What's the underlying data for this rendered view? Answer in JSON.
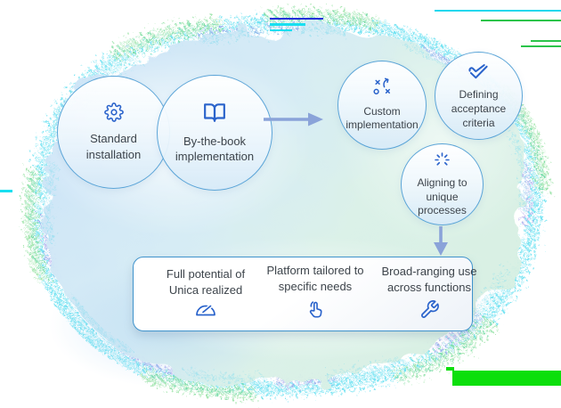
{
  "flow": {
    "initial_nodes": [
      {
        "label": "Standard installation",
        "icon": "gear-icon"
      },
      {
        "label": "By-the-book implementation",
        "icon": "open-book-icon"
      }
    ],
    "adaptation_nodes": [
      {
        "label": "Custom implementation",
        "icon": "strategy-icon"
      },
      {
        "label": "Defining acceptance criteria",
        "icon": "double-check-icon"
      },
      {
        "label": "Aligning to unique processes",
        "icon": "spinner-burst-icon"
      }
    ],
    "outcome_items": [
      {
        "label": "Full potential of Unica realized",
        "icon": "gauge-icon"
      },
      {
        "label": "Platform tailored to specific needs",
        "icon": "tap-finger-icon"
      },
      {
        "label": "Broad-ranging use across functions",
        "icon": "wrench-icon"
      }
    ],
    "connectors": [
      {
        "from": "initial-circles",
        "to": "adaptation-circles",
        "direction": "right"
      },
      {
        "from": "adaptation-circles",
        "to": "outcome-box",
        "direction": "down"
      }
    ]
  },
  "colors": {
    "icon_blue": "#2a63cb",
    "node_border": "#4296d1",
    "node_fill_bottom": "#d6e9f7",
    "text": "#3d444b",
    "arrow": "#8aa3d9",
    "blob_blue": "#cbe3f7",
    "blob_green": "#d8f0e4",
    "speckle_cyan": "#52dcef",
    "speckle_purple": "#9f93e6",
    "speckle_green": "#7fdc8d",
    "box_border": "#3f93cc",
    "glitch_green": "#0cdf0c"
  }
}
